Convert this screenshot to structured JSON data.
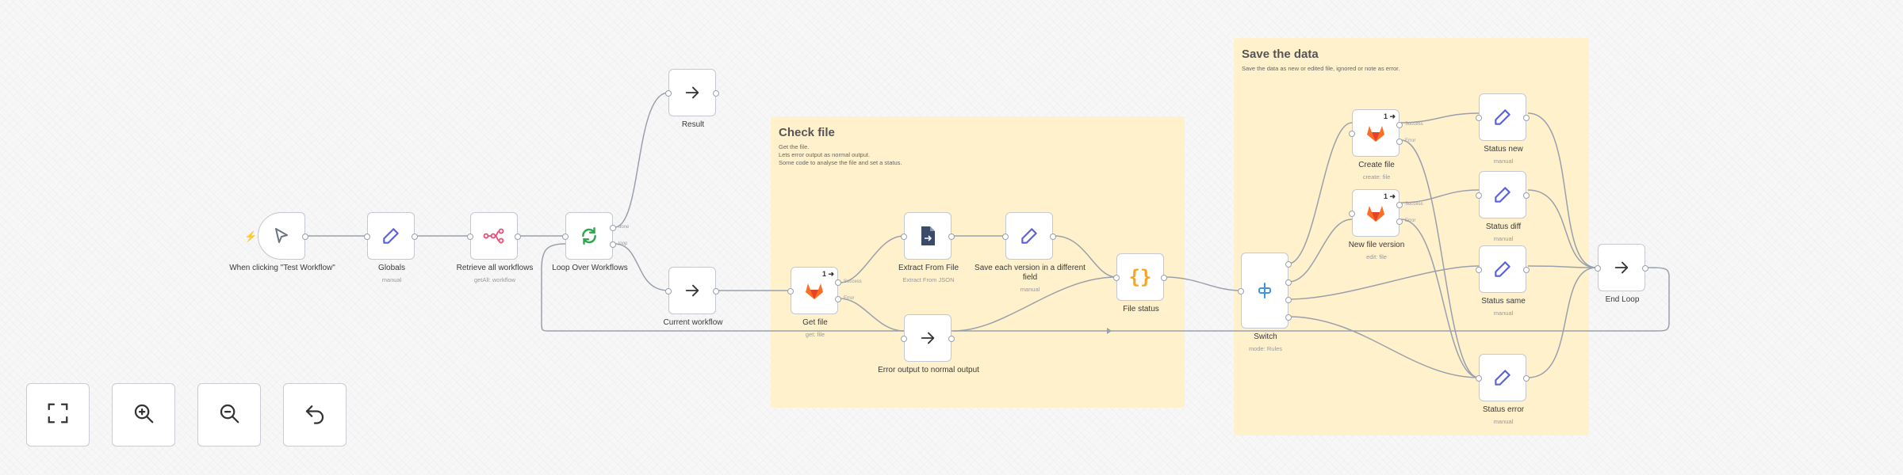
{
  "sticky_notes": [
    {
      "title": "Check file",
      "body": "Get the file.\nLets error output as normal output.\nSome code to analyse the file and set a status."
    },
    {
      "title": "Save the data",
      "body": "Save the data as new or edited file, ignored or note as error."
    }
  ],
  "nodes": {
    "trigger": {
      "label": "When clicking \"Test Workflow\"",
      "subtitle": "",
      "icon": "cursor-click-icon"
    },
    "globals": {
      "label": "Globals",
      "subtitle": "manual",
      "icon": "pencil-icon"
    },
    "retrieve": {
      "label": "Retrieve all workflows",
      "subtitle": "getAll: workflow",
      "icon": "n8n-icon"
    },
    "loop": {
      "label": "Loop Over Workflows",
      "subtitle": "",
      "icon": "refresh-icon"
    },
    "result": {
      "label": "Result",
      "subtitle": "",
      "icon": "arrow-right-icon"
    },
    "current": {
      "label": "Current workflow",
      "subtitle": "",
      "icon": "arrow-right-icon"
    },
    "getfile": {
      "label": "Get file",
      "subtitle": "get: file",
      "icon": "gitlab-icon",
      "badge": "1"
    },
    "extract": {
      "label": "Extract From File",
      "subtitle": "Extract From JSON",
      "icon": "file-icon"
    },
    "erroroutput": {
      "label": "Error output to normal output",
      "subtitle": "",
      "icon": "arrow-right-icon"
    },
    "saveversion": {
      "label": "Save each version in a different field",
      "subtitle": "manual",
      "icon": "pencil-icon"
    },
    "filestatus": {
      "label": "File status",
      "subtitle": "",
      "icon": "code-icon"
    },
    "switch": {
      "label": "Switch",
      "subtitle": "mode: Rules",
      "icon": "switch-icon"
    },
    "createfile": {
      "label": "Create file",
      "subtitle": "create: file",
      "icon": "gitlab-icon",
      "badge": "1"
    },
    "newversion": {
      "label": "New file version",
      "subtitle": "edit: file",
      "icon": "gitlab-icon",
      "badge": "1"
    },
    "statusnew": {
      "label": "Status new",
      "subtitle": "manual",
      "icon": "pencil-icon"
    },
    "statusdiff": {
      "label": "Status diff",
      "subtitle": "manual",
      "icon": "pencil-icon"
    },
    "statussame": {
      "label": "Status same",
      "subtitle": "manual",
      "icon": "pencil-icon"
    },
    "statuserror": {
      "label": "Status error",
      "subtitle": "manual",
      "icon": "pencil-icon"
    },
    "endloop": {
      "label": "End Loop",
      "subtitle": "",
      "icon": "arrow-right-icon"
    }
  },
  "port_labels": {
    "loop_done": "done",
    "loop_loop": "loop",
    "getfile_success": "Success",
    "getfile_error": "Error",
    "createfile_success": "Success",
    "createfile_error": "Error",
    "newversion_success": "Success",
    "newversion_error": "Error"
  },
  "controls": [
    {
      "name": "fit-view-button",
      "icon": "fit-view-icon"
    },
    {
      "name": "zoom-in-button",
      "icon": "zoom-in-icon"
    },
    {
      "name": "zoom-out-button",
      "icon": "zoom-out-icon"
    },
    {
      "name": "undo-button",
      "icon": "undo-icon"
    }
  ],
  "colors": {
    "sticky_bg": "#fff1cc",
    "edge": "#9aa0ab",
    "pencil": "#5a62d6",
    "gitlab": "#fc6d26",
    "n8n": "#ea4b71",
    "code": "#f5a623",
    "refresh": "#2ea44f",
    "trigger_bolt": "#ff5a4e",
    "switch": "#3f93e0"
  }
}
